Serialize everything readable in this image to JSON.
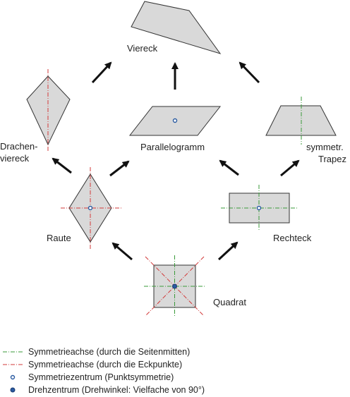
{
  "colors": {
    "shape_fill": "#d9d9d9",
    "shape_stroke": "#333333",
    "axis_sides": "#3a9a3a",
    "axis_corners": "#d23a3a",
    "center": "#2a5aa0",
    "arrow": "#111111"
  },
  "shapes": {
    "viereck": "Viereck",
    "drachenviereck_line1": "Drachen-",
    "drachenviereck_line2": "viereck",
    "parallelogramm": "Parallelogramm",
    "trapez_line1": "symmetr.",
    "trapez_line2": "Trapez",
    "raute": "Raute",
    "rechteck": "Rechteck",
    "quadrat": "Quadrat"
  },
  "legend": [
    {
      "type": "axis-sides",
      "label": "Symmetrieachse (durch die Seitenmitten)"
    },
    {
      "type": "axis-corners",
      "label": "Symmetrieachse (durch die Eckpunkte)"
    },
    {
      "type": "center-open",
      "label": "Symmetriezentrum (Punktsymmetrie)"
    },
    {
      "type": "center-filled",
      "label": "Drehzentrum (Drehwinkel: Vielfache von 90°)"
    }
  ]
}
